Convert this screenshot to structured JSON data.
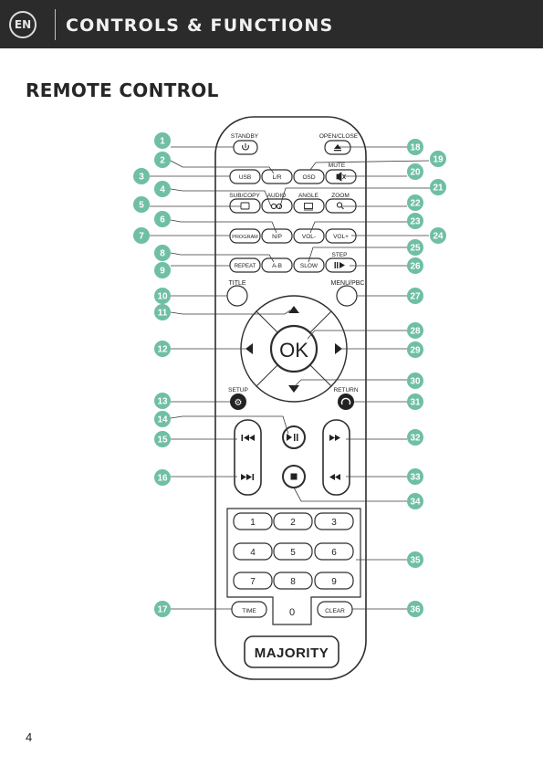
{
  "header": {
    "language": "EN",
    "title": "CONTROLS & FUNCTIONS"
  },
  "section_title": "REMOTE CONTROL",
  "page_number": "4",
  "remote": {
    "standby": "STANDBY",
    "open_close": "OPEN/CLOSE",
    "usb": "USB",
    "lr": "L/R",
    "osd": "OSD",
    "mute": "MUTE",
    "sub_copy": "SUB/COPY",
    "audio": "AUDIO",
    "angle": "ANGLE",
    "zoom": "ZOOM",
    "np": "N/P",
    "program": "PROGRAM",
    "vol_minus": "VOL-",
    "vol_plus": "VOL+",
    "step": "STEP",
    "repeat": "REPEAT",
    "ab": "A-B",
    "slow": "SLOW",
    "title": "TITLE",
    "menu_pbc": "MENU/PBC",
    "ok": "OK",
    "setup": "SETUP",
    "return": "RETURN",
    "time": "TIME",
    "clear": "CLEAR",
    "digits": [
      "1",
      "2",
      "3",
      "4",
      "5",
      "6",
      "7",
      "8",
      "9",
      "0"
    ],
    "brand": "MAJORITY"
  },
  "callouts": [
    "1",
    "2",
    "3",
    "4",
    "5",
    "6",
    "7",
    "8",
    "9",
    "10",
    "11",
    "12",
    "13",
    "14",
    "15",
    "16",
    "17",
    "18",
    "19",
    "20",
    "21",
    "22",
    "23",
    "24",
    "25",
    "26",
    "27",
    "28",
    "29",
    "30",
    "31",
    "32",
    "33",
    "34",
    "35",
    "36"
  ],
  "colors": {
    "header_bg": "#2b2b2b",
    "callout": "#6fbfa3",
    "outline": "#2e2e2e"
  }
}
